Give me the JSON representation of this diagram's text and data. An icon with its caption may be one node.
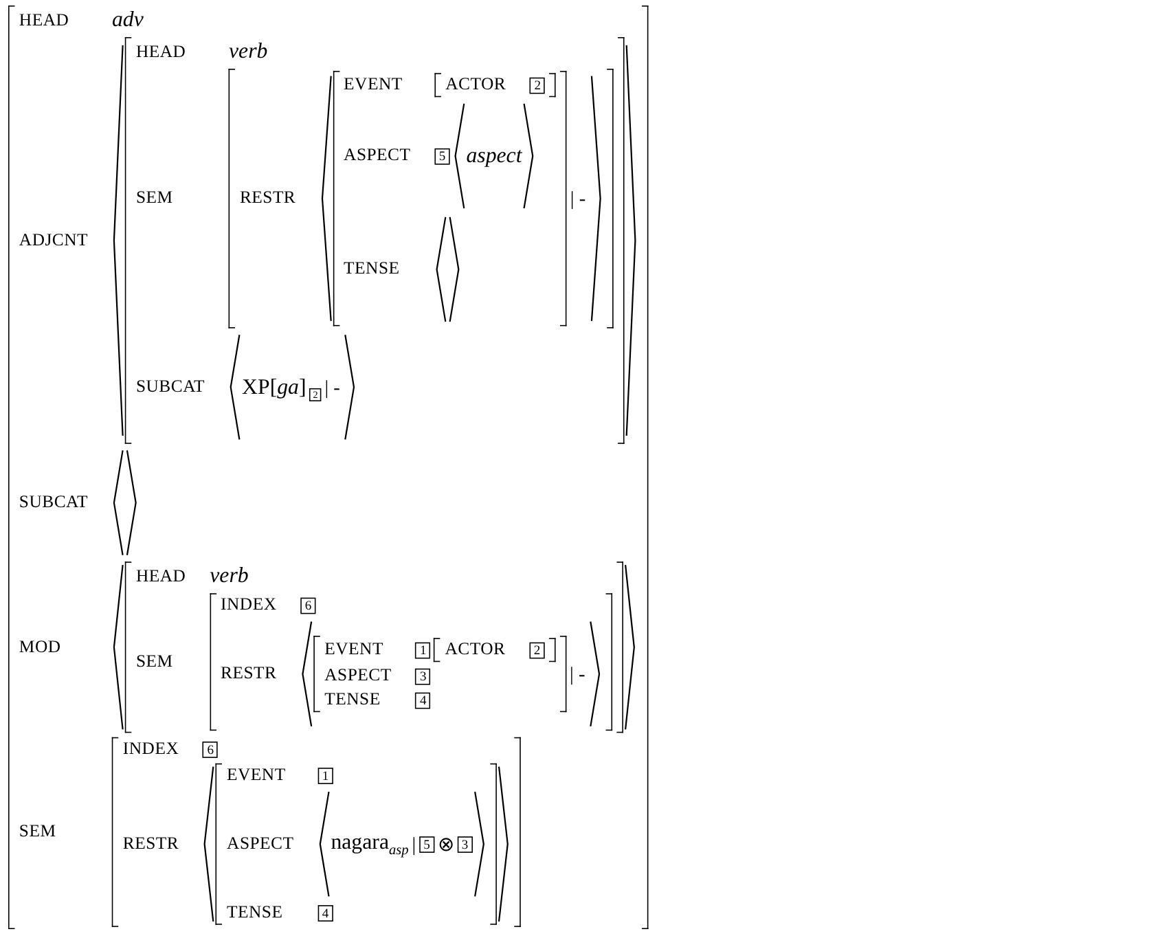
{
  "diagram": {
    "labels": [
      "HEAD",
      "adv",
      "ADJCNT",
      "HEAD",
      "verb",
      "SEM",
      "RESTR",
      "EVENT",
      "ACTOR",
      "2",
      "ASPECT",
      "5",
      "aspect",
      "TENSE",
      "| -",
      "SUBCAT",
      "XP[*ga*]",
      "2",
      "| -",
      "SUBCAT",
      "MOD",
      "HEAD",
      "verb",
      "SEM",
      "INDEX",
      "6",
      "RESTR",
      "EVENT",
      "1",
      "ACTOR",
      "2",
      "ASPECT",
      "3",
      "TENSE",
      "4",
      "| -",
      "SEM",
      "INDEX",
      "6",
      "RESTR",
      "EVENT",
      "1",
      "ASPECT",
      "nagara$_{asp}$",
      "|",
      "5",
      "⊗",
      "3",
      "TENSE",
      "4"
    ]
  }
}
